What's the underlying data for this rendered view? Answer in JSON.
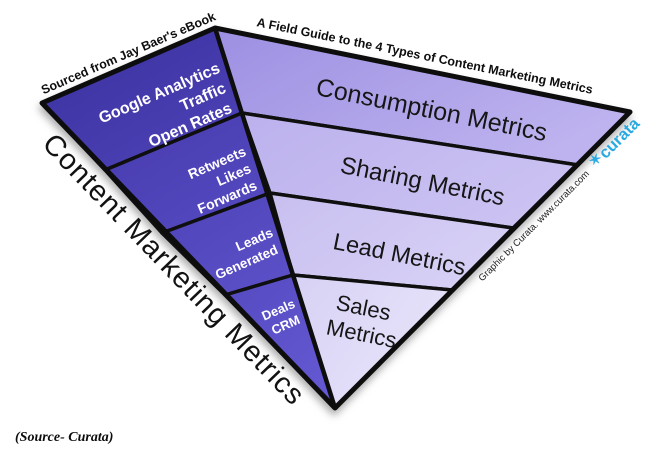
{
  "header": {
    "left_note": "Sourced from Jay Baer's eBook",
    "top_title": "A Field Guide to the 4 Types of Content Marketing Metrics"
  },
  "funnel": {
    "axis_label": "Content Marketing Metrics",
    "levels": [
      {
        "label": "Consumption Metrics",
        "side_lines": [
          "Google Analytics",
          "Traffic",
          "Open Rates"
        ]
      },
      {
        "label": "Sharing Metrics",
        "side_lines": [
          "Retweets",
          "Likes",
          "Forwards"
        ]
      },
      {
        "label": "Lead Metrics",
        "side_lines": [
          "Leads",
          "Generated"
        ]
      },
      {
        "label": "Sales Metrics",
        "label_lines": [
          "Sales",
          "Metrics"
        ],
        "side_lines": [
          "Deals",
          "CRM"
        ]
      }
    ]
  },
  "branding": {
    "credit": "Graphic by Curata. www.curata.com",
    "logo_star": "✶",
    "logo_text": "curata",
    "logo_color": "#29a9e1"
  },
  "footer": {
    "source": "(Source- Curata)"
  },
  "colors": {
    "side_panel_dark": "#4b40b4",
    "face_light": "#c6bcf1",
    "border": "#0f0f0f",
    "side_text": "#ffffff",
    "face_text": "#161616",
    "logo_blue": "#29a9e1"
  }
}
